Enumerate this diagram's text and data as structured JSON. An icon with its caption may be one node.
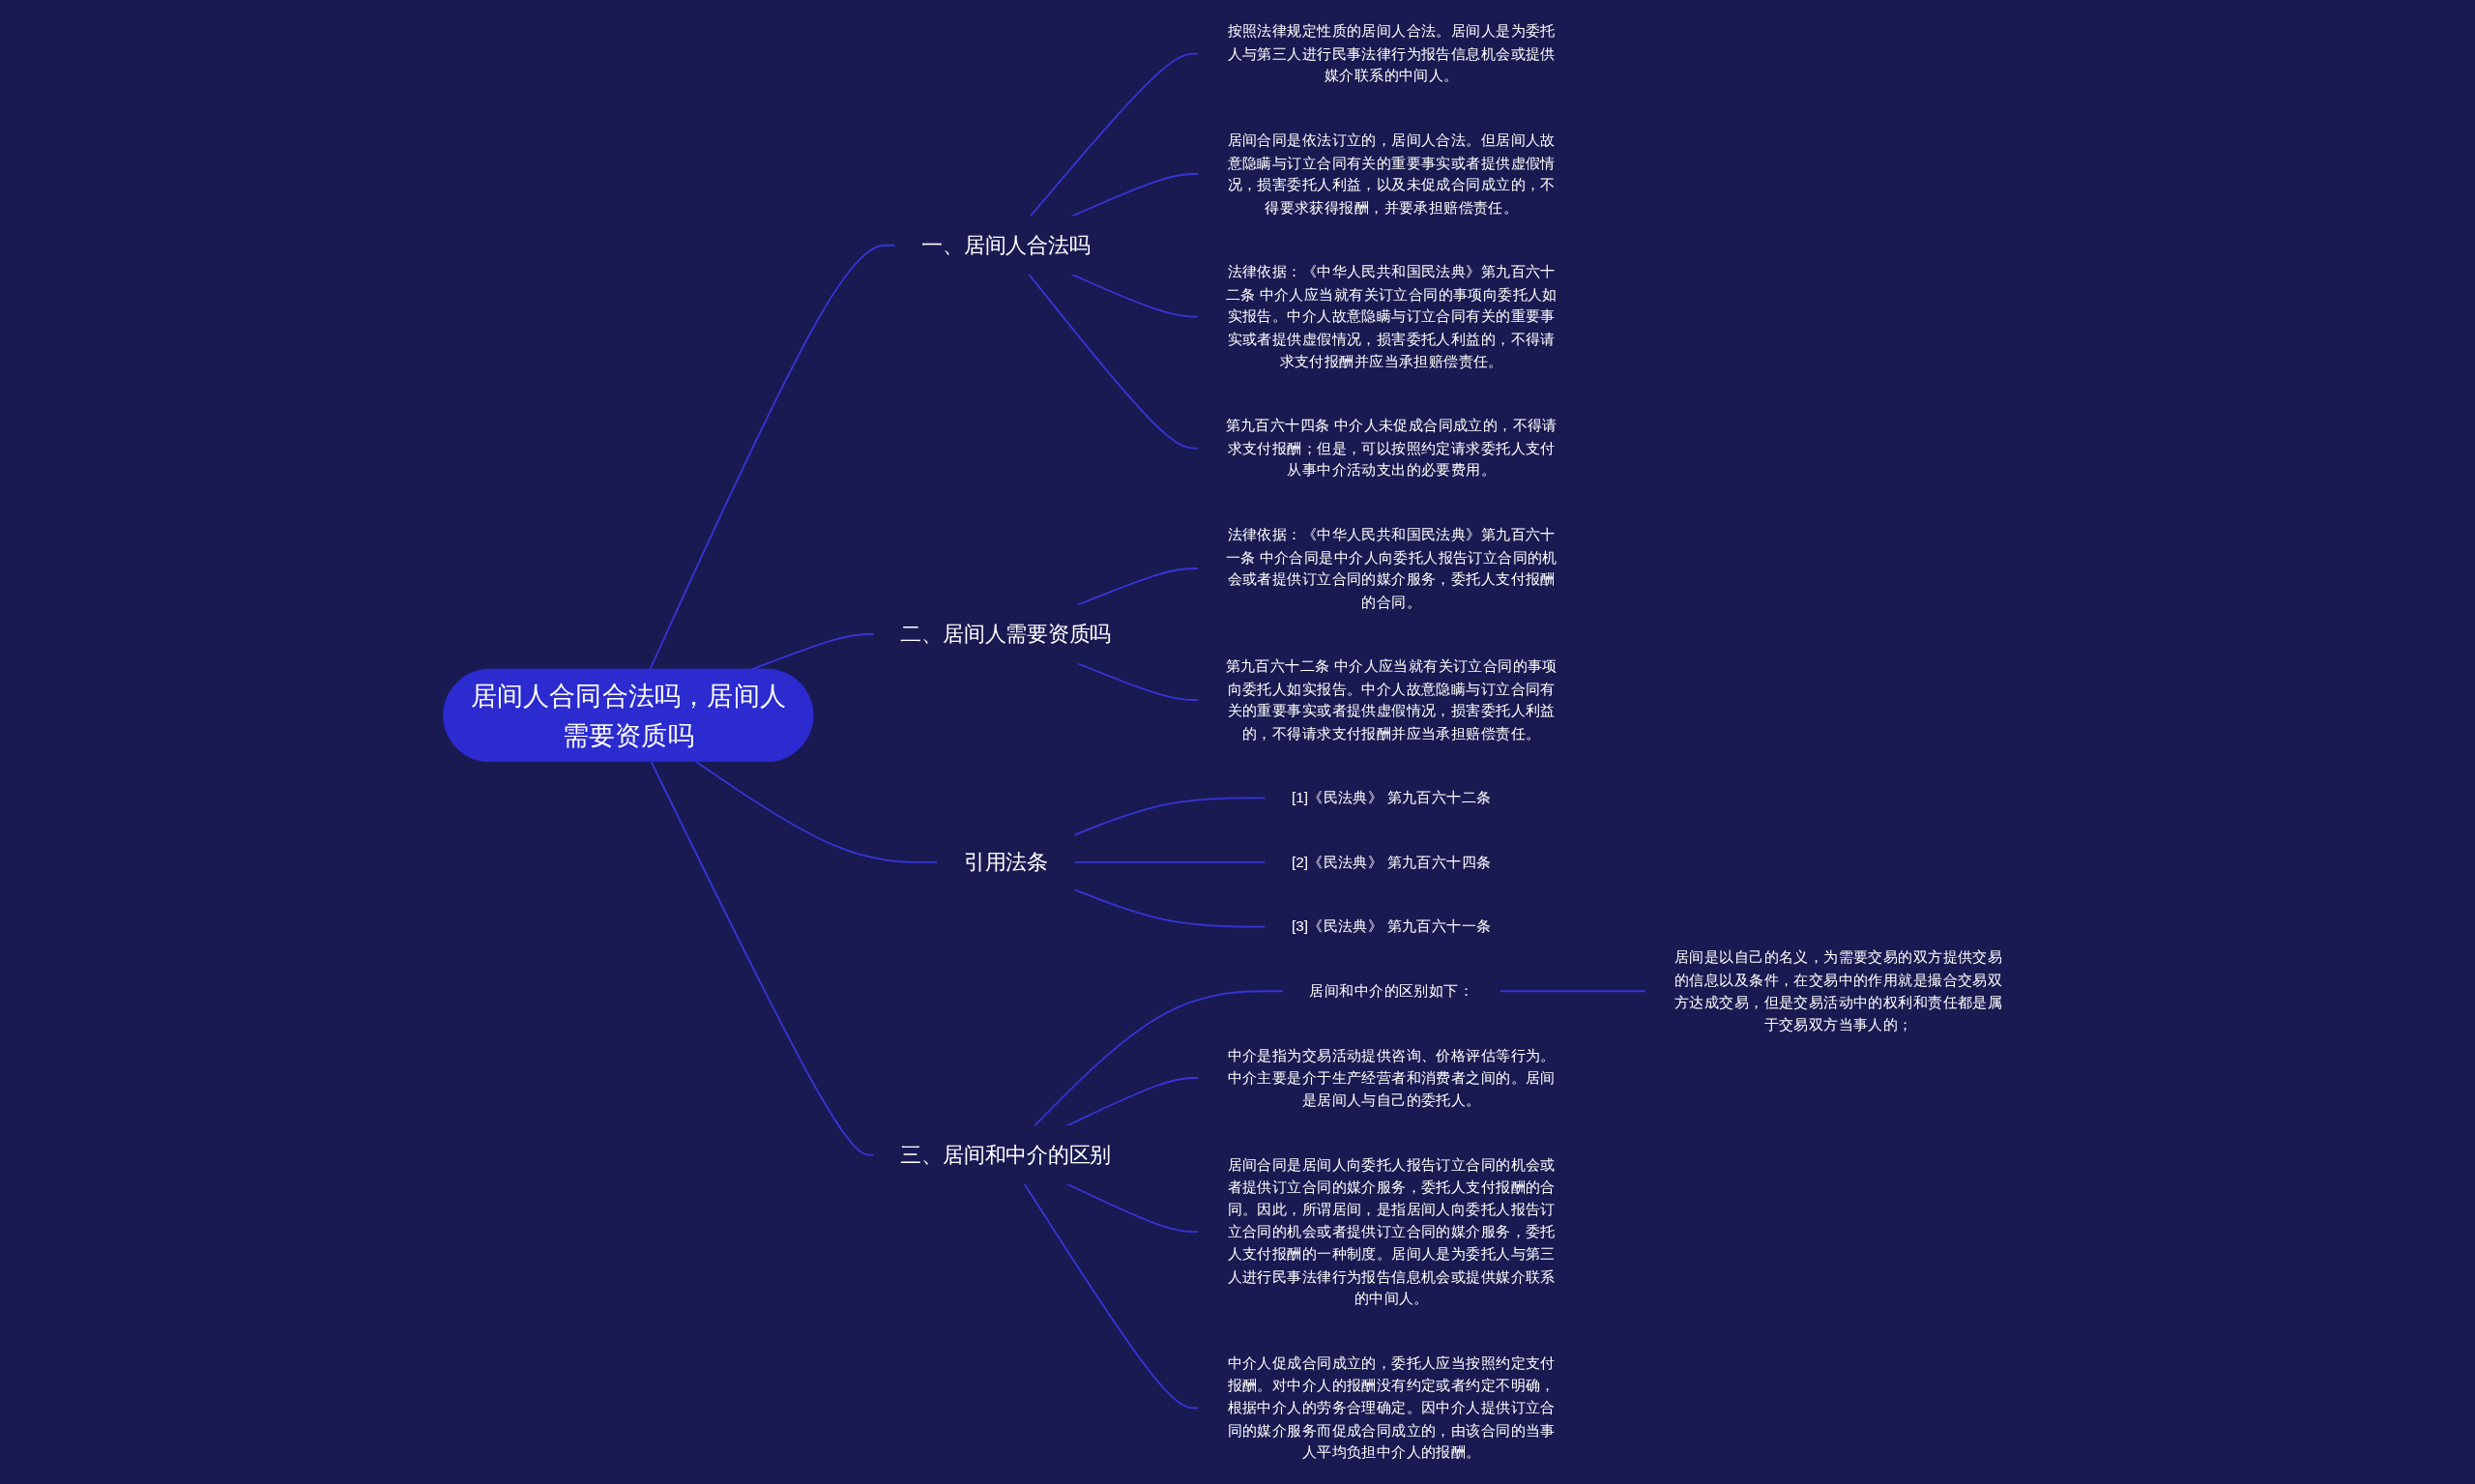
{
  "diagram": {
    "nodes": [
      {
        "text": [
          "居间人合同合法吗，居间人需要资质吗"
        ]
      },
      {
        "text": [
          "一、居间人合法吗"
        ]
      },
      {
        "text": [
          "按照法律规定性质的居间人合法。居间人是为委托人与第三人进行民事法律行为报告信息机会或提供媒介联系的中间人。"
        ]
      },
      {
        "text": [
          "居间合同是依法订立的，居间人合法。但居间人故意隐瞒与订立合同有关的重要事实或者提供虚假情况，损害委托人利益，以及未促成合同成立的，不得要求获得报酬，并要承担赔偿责任。"
        ]
      },
      {
        "text": [
          "法律依据：《中华人民共和国民法典》第九百六十二条 中介人应当就有关订立合同的事项向委托人如实报告。中介人故意隐瞒与订立合同有关的重要事实或者提供虚假情况，损害委托人利益的，不得请求支付报酬并应当承担赔偿责任。"
        ]
      },
      {
        "text": [
          "第九百六十四条 中介人未促成合同成立的，不得请求支付报酬；但是，可以按照约定请求委托人支付从事中介活动支出的必要费用。"
        ]
      },
      {
        "text": [
          "二、居间人需要资质吗"
        ]
      },
      {
        "text": [
          "法律依据：《中华人民共和国民法典》第九百六十一条 中介合同是中介人向委托人报告订立合同的机会或者提供订立合同的媒介服务，委托人支付报酬的合同。"
        ]
      },
      {
        "text": [
          "第九百六十二条 中介人应当就有关订立合同的事项向委托人如实报告。中介人故意隐瞒与订立合同有关的重要事实或者提供虚假情况，损害委托人利益的，不得请求支付报酬并应当承担赔偿责任。"
        ]
      },
      {
        "text": [
          "引用法条"
        ]
      },
      {
        "text": [
          "[1]《民法典》 第九百六十二条"
        ]
      },
      {
        "text": [
          "[2]《民法典》 第九百六十四条"
        ]
      },
      {
        "text": [
          "[3]《民法典》 第九百六十一条"
        ]
      },
      {
        "text": [
          "三、居间和中介的区别"
        ]
      },
      {
        "text": [
          "居间和中介的区别如下："
        ]
      },
      {
        "text": [
          "居间是以自己的名义，为需要交易的双方提供交易的信息以及条件，在交易中的作用就是撮合交易双方达成交易，但是交易活动中的权利和责任都是属于交易双方当事人的；"
        ]
      },
      {
        "text": [
          "中介是指为交易活动提供咨询、价格评估等行为。中介主要是介于生产经营者和消费者之间的。居间是居间人与自己的委托人。"
        ]
      },
      {
        "text": [
          "居间合同是居间人向委托人报告订立合同的机会或者提供订立合同的媒介服务，委托人支付报酬的合同。因此，所谓居间，是指居间人向委托人报告订立合同的机会或者提供订立合同的媒介服务，委托人支付报酬的一种制度。居间人是为委托人与第三人进行民事法律行为报告信息机会或提供媒介联系的中间人。"
        ]
      },
      {
        "text": [
          "中介人促成合同成立的，委托人应当按照约定支付报酬。对中介人的报酬没有约定或者约定不明确，根据中介人的劳务合理确定。因中介人提供订立合同的媒介服务而促成合同成立的，由该合同的当事人平均负担中介人的报酬。"
        ]
      }
    ],
    "edges": [
      {
        "from": 0,
        "to": 1,
        "arrow": "none"
      },
      {
        "from": 1,
        "to": 2,
        "arrow": "none"
      },
      {
        "from": 1,
        "to": 3,
        "arrow": "none"
      },
      {
        "from": 1,
        "to": 4,
        "arrow": "none"
      },
      {
        "from": 1,
        "to": 5,
        "arrow": "none"
      },
      {
        "from": 0,
        "to": 6,
        "arrow": "none"
      },
      {
        "from": 6,
        "to": 7,
        "arrow": "none"
      },
      {
        "from": 6,
        "to": 8,
        "arrow": "none"
      },
      {
        "from": 0,
        "to": 9,
        "arrow": "none"
      },
      {
        "from": 9,
        "to": 10,
        "arrow": "none"
      },
      {
        "from": 9,
        "to": 11,
        "arrow": "none"
      },
      {
        "from": 9,
        "to": 12,
        "arrow": "none"
      },
      {
        "from": 0,
        "to": 13,
        "arrow": "none"
      },
      {
        "from": 13,
        "to": 14,
        "arrow": "none"
      },
      {
        "from": 14,
        "to": 15,
        "arrow": "none"
      },
      {
        "from": 13,
        "to": 16,
        "arrow": "none"
      },
      {
        "from": 13,
        "to": 17,
        "arrow": "none"
      },
      {
        "from": 13,
        "to": 18,
        "arrow": "none"
      }
    ]
  }
}
